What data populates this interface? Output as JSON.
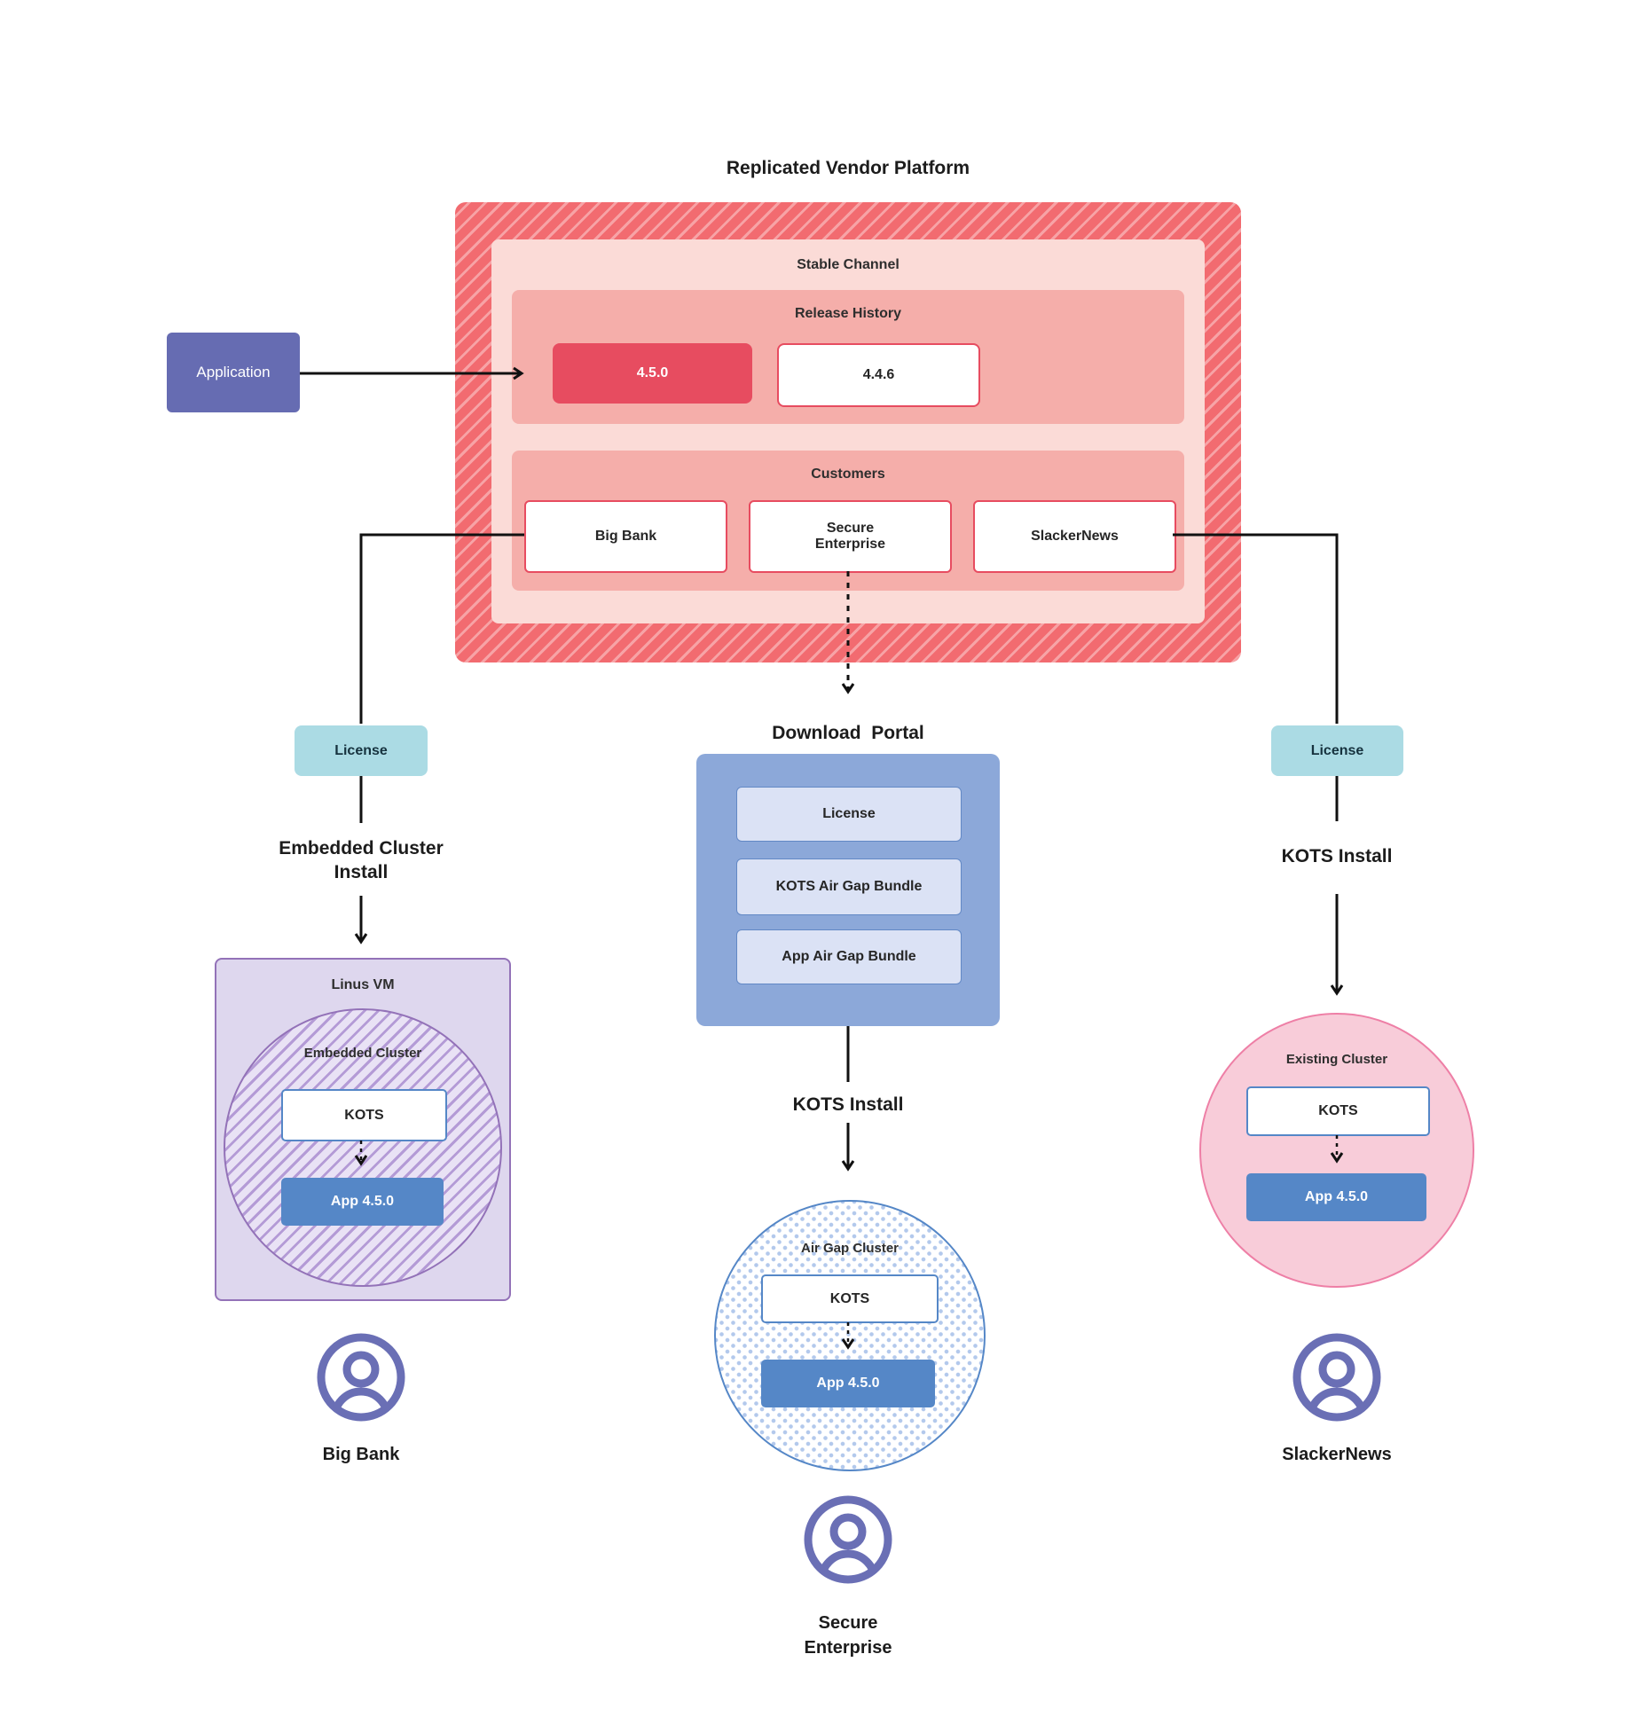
{
  "title": "Replicated Vendor Platform",
  "platform": {
    "stable_channel_label": "Stable Channel",
    "release_history_label": "Release History",
    "releases": [
      {
        "version": "4.5.0"
      },
      {
        "version": "4.4.6"
      }
    ],
    "customers_label": "Customers",
    "customers": [
      "Big Bank",
      "Secure Enterprise",
      "SlackerNews"
    ]
  },
  "application_label": "Application",
  "left_flow": {
    "license": "License",
    "install": "Embedded Cluster Install",
    "vm_label": "Linus VM",
    "cluster_label": "Embedded Cluster",
    "kots": "KOTS",
    "app": "App 4.5.0",
    "user": "Big Bank"
  },
  "center_flow": {
    "portal_label": "Download  Portal",
    "bundles": [
      "License",
      "KOTS Air Gap Bundle",
      "App Air Gap Bundle"
    ],
    "install": "KOTS Install",
    "cluster_label": "Air Gap Cluster",
    "kots": "KOTS",
    "app": "App 4.5.0",
    "user": "Secure Enterprise"
  },
  "right_flow": {
    "license": "License",
    "install": "KOTS Install",
    "cluster_label": "Existing Cluster",
    "kots": "KOTS",
    "app": "App 4.5.0",
    "user": "SlackerNews"
  },
  "colors": {
    "release_red": "#e74c60",
    "hatch_red": "#f26b70",
    "band_pink": "#f5aeaa",
    "channel_pink": "#fbdbd7",
    "application_indigo": "#666cb2",
    "license_teal": "#abdbe4",
    "kots_blue": "#5587c7",
    "portal_blue": "#8ca8d9",
    "bundle_lavender": "#dbe2f5",
    "vm_purple_bg": "#ded7ee",
    "vm_purple_border": "#9372b8",
    "existing_pink_bg": "#f8ccd9",
    "existing_pink_border": "#ee7fa6",
    "person_indigo": "#6a6fb5",
    "connector_black": "#111111"
  }
}
